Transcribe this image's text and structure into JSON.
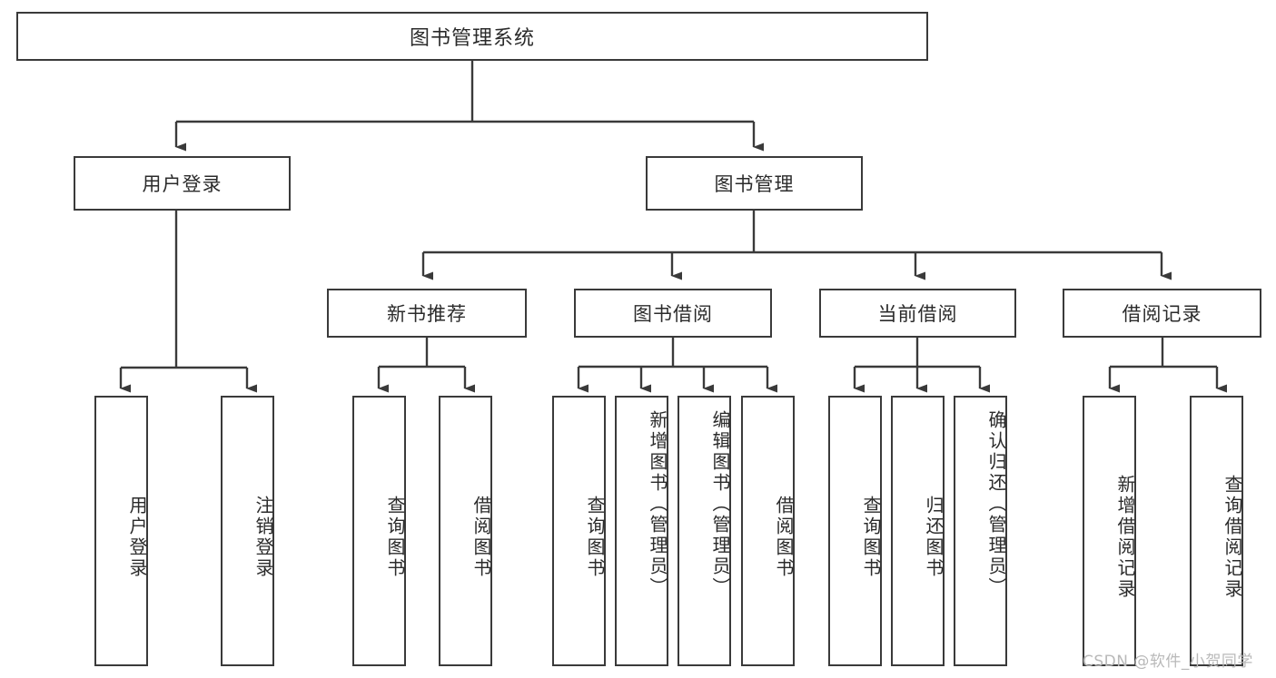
{
  "diagram": {
    "title": "图书管理系统",
    "type": "tree",
    "watermark": "CSDN @软件_小贺同学",
    "colors": {
      "stroke": "#3a3a3a",
      "text": "#2b2b2b",
      "background": "#ffffff",
      "watermark": "#b9b9b9"
    },
    "levels": {
      "root": {
        "label": "图书管理系统"
      },
      "level1": [
        {
          "label": "用户登录"
        },
        {
          "label": "图书管理"
        }
      ],
      "level2": [
        {
          "label": "新书推荐"
        },
        {
          "label": "图书借阅"
        },
        {
          "label": "当前借阅"
        },
        {
          "label": "借阅记录"
        }
      ],
      "leaves_user_login": [
        {
          "label": "用户登录"
        },
        {
          "label": "注销登录"
        }
      ],
      "leaves_new_book": [
        {
          "label": "查询图书"
        },
        {
          "label": "借阅图书"
        }
      ],
      "leaves_borrow": [
        {
          "label": "查询图书"
        },
        {
          "label": "新增图书（管理员）"
        },
        {
          "label": "编辑图书（管理员）"
        },
        {
          "label": "借阅图书"
        }
      ],
      "leaves_current": [
        {
          "label": "查询图书"
        },
        {
          "label": "归还图书"
        },
        {
          "label": "确认归还（管理员）"
        }
      ],
      "leaves_record": [
        {
          "label": "新增借阅记录"
        },
        {
          "label": "查询借阅记录"
        }
      ]
    }
  }
}
